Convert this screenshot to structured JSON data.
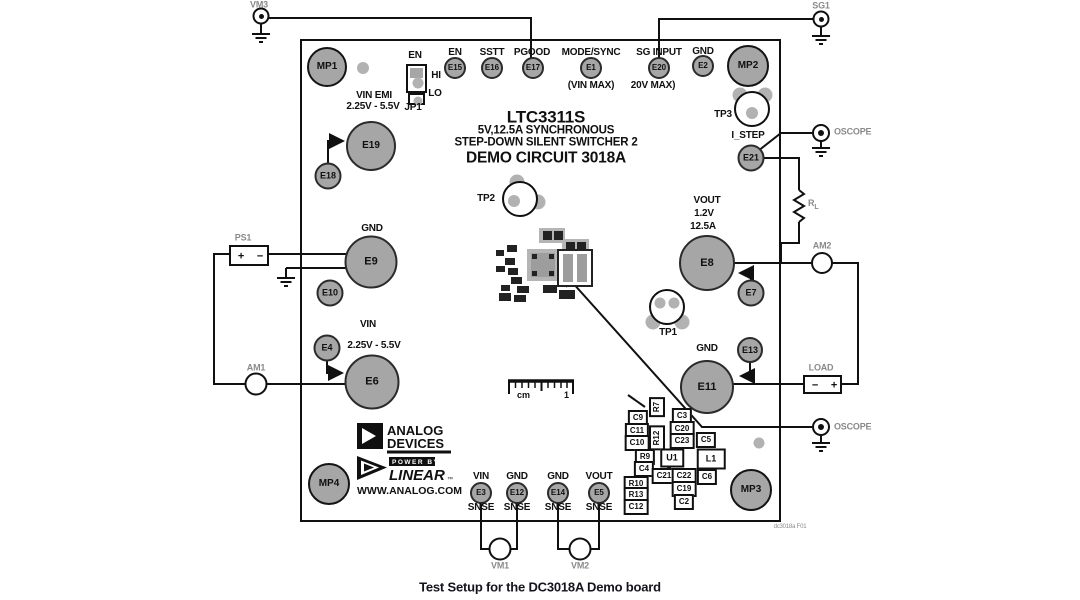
{
  "figure": {
    "caption": "Test Setup for the DC3018A Demo board",
    "fig_ref": "dc3018a F01"
  },
  "board_title": {
    "line1": "LTC3311S",
    "line2": "5V,12.5A SYNCHRONOUS",
    "line3": "STEP-DOWN SILENT SWITCHER 2",
    "line4": "DEMO CIRCUIT 3018A"
  },
  "branding": {
    "line1": "ANALOG",
    "line2": "DEVICES",
    "power_by": "POWER BY",
    "linear": "LINEAR",
    "tm": "™",
    "url": "WWW.ANALOG.COM"
  },
  "jumper": {
    "name": "JP1",
    "label": "EN",
    "hi": "HI",
    "lo": "LO"
  },
  "turrets": {
    "e15": {
      "id": "E15",
      "label": "EN"
    },
    "e16": {
      "id": "E16",
      "label": "SSTT"
    },
    "e17": {
      "id": "E17",
      "label": "PGOOD"
    },
    "e1": {
      "id": "E1",
      "label": "MODE/SYNC",
      "note": "(VIN MAX)"
    },
    "e20": {
      "id": "E20",
      "label": "SG INPUT",
      "note": "20V MAX)"
    },
    "e2": {
      "id": "E2",
      "label": "GND"
    },
    "e21": {
      "id": "E21",
      "label": "I_STEP"
    },
    "e7": {
      "id": "E7"
    },
    "e8": {
      "id": "E8",
      "label": "VOUT",
      "note1": "1.2V",
      "note2": "12.5A"
    },
    "e13": {
      "id": "E13"
    },
    "e11": {
      "id": "E11",
      "label": "GND"
    },
    "e9": {
      "id": "E9",
      "label": "GND"
    },
    "e10": {
      "id": "E10"
    },
    "e18": {
      "id": "E18"
    },
    "e19": {
      "id": "E19",
      "label": "VIN EMI",
      "note": "2.25V - 5.5V"
    },
    "e4": {
      "id": "E4"
    },
    "e6": {
      "id": "E6",
      "label": "VIN",
      "note": "2.25V - 5.5V"
    },
    "e3": {
      "id": "E3",
      "label": "VIN",
      "note": "SNSE"
    },
    "e12": {
      "id": "E12",
      "label": "GND",
      "note": "SNSE"
    },
    "e14": {
      "id": "E14",
      "label": "GND",
      "note": "SNSE"
    },
    "e5": {
      "id": "E5",
      "label": "VOUT",
      "note": "SNSE"
    }
  },
  "testpoints": {
    "tp1": "TP1",
    "tp2": "TP2",
    "tp3": "TP3"
  },
  "mounts": {
    "mp1": "MP1",
    "mp2": "MP2",
    "mp3": "MP3",
    "mp4": "MP4"
  },
  "external": {
    "vm3": "VM3",
    "sg1": "SG1",
    "ps1": "PS1",
    "am1": "AM1",
    "am2": "AM2",
    "vm1": "VM1",
    "vm2": "VM2",
    "oscope_top": "OSCOPE",
    "oscope_bottom": "OSCOPE",
    "load": "LOAD",
    "rl_name": "R",
    "rl_sub": "L",
    "plus": "+",
    "minus": "−"
  },
  "components": {
    "c9": "C9",
    "r7": "R7",
    "c3": "C3",
    "c11": "C11",
    "c10": "C10",
    "r12": "R12",
    "c20": "C20",
    "c23": "C23",
    "c5": "C5",
    "r9": "R9",
    "u1": "U1",
    "l1": "L1",
    "c4": "C4",
    "c21": "C21",
    "c22": "C22",
    "c6": "C6",
    "r10": "R10",
    "r13": "R13",
    "c19": "C19",
    "c12": "C12",
    "c2": "C2"
  },
  "ruler": {
    "unit": "cm",
    "mark": "1"
  },
  "colors": {
    "turret_gray": "#a6a6a6",
    "wire_black": "#101010",
    "external_label_gray": "#8a8a8a"
  }
}
